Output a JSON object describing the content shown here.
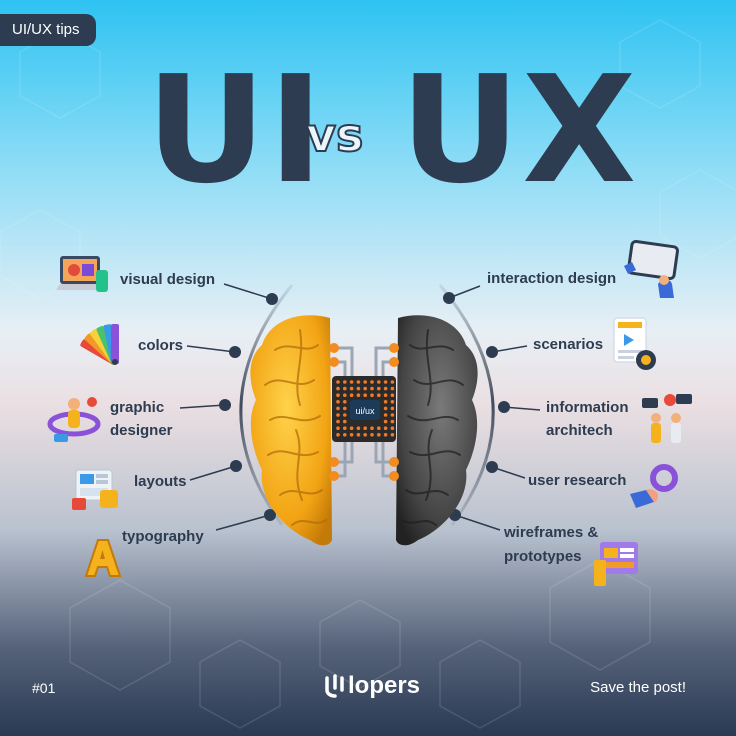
{
  "tag": "UI/UX tips",
  "title": {
    "left": "UI",
    "middle": "vs",
    "right": "UX"
  },
  "chip_label": "ui/ux",
  "ui_items": [
    {
      "label": "visual design",
      "icon": "visual-design-icon"
    },
    {
      "label": "colors",
      "icon": "color-swatch-icon"
    },
    {
      "label": "graphic designer",
      "line1": "graphic",
      "line2": "designer",
      "icon": "graphic-designer-icon"
    },
    {
      "label": "layouts",
      "icon": "layouts-icon"
    },
    {
      "label": "typography",
      "icon": "typography-icon"
    }
  ],
  "ux_items": [
    {
      "label": "interaction design",
      "icon": "interaction-tablet-icon"
    },
    {
      "label": "scenarios",
      "icon": "scenarios-icon"
    },
    {
      "label": "information architech",
      "line1": "information",
      "line2": "architech",
      "icon": "information-architecture-icon"
    },
    {
      "label": "user research",
      "icon": "user-research-icon"
    },
    {
      "label": "wireframes & prototypes",
      "line1": "wireframes &",
      "line2": "prototypes",
      "icon": "wireframes-icon"
    }
  ],
  "footer": {
    "number": "#01",
    "brand": "lopers",
    "cta": "Save the post!"
  },
  "colors": {
    "navy": "#2d3c50",
    "sky": "#2ec3f2",
    "ui_brain": "#f5b21c",
    "ux_brain": "#4a4a4a",
    "chip_dots": "#f07a2a"
  }
}
